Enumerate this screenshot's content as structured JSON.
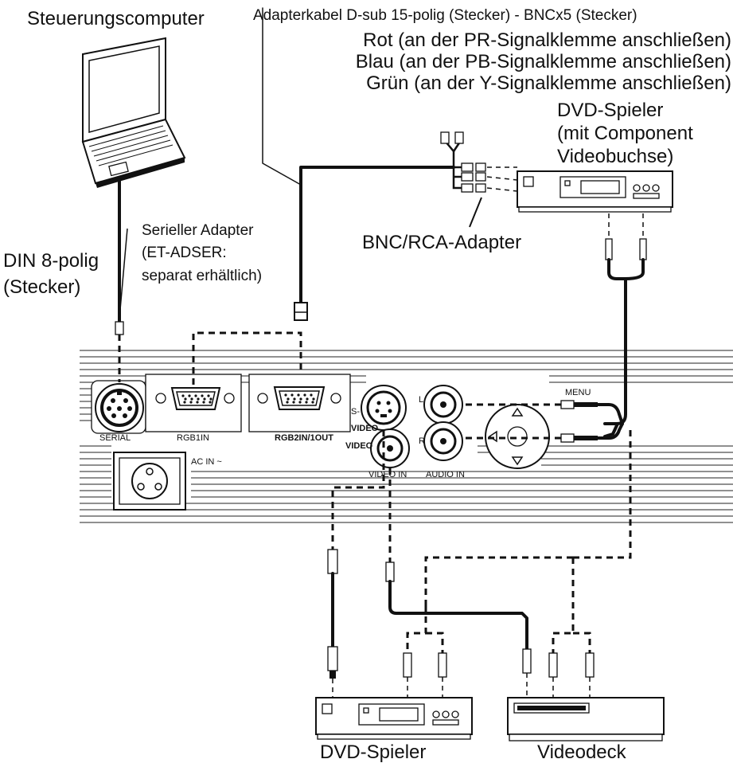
{
  "labels": {
    "control_computer": "Steuerungscomputer",
    "adapter_cable_title": "Adapterkabel D-sub 15-polig (Stecker) - BNCx5 (Stecker)",
    "adapter_red": "Rot (an der PR-Signalklemme anschließen)",
    "adapter_blue": "Blau (an der PB-Signalklemme anschließen)",
    "adapter_green": "Grün (an der Y-Signalklemme anschließen)",
    "dvd_top_line1": "DVD-Spieler",
    "dvd_top_line2": "(mit Component",
    "dvd_top_line3": "Videobuchse)",
    "serial_adapter_line1": "Serieller Adapter",
    "serial_adapter_line2": "(ET-ADSER:",
    "serial_adapter_line3": "separat erhältlich)",
    "din_line1": "DIN 8-polig",
    "din_line2": "(Stecker)",
    "bnc_rca": "BNC/RCA-Adapter",
    "dvd_bottom": "DVD-Spieler",
    "videodeck": "Videodeck"
  },
  "panel": {
    "serial": "SERIAL",
    "rgb1": "RGB1IN",
    "rgb2": "RGB2IN/1OUT",
    "svideo_s": "S-",
    "svideo_video": "VIDEO",
    "video": "VIDEO",
    "ac_in": "AC IN ~",
    "video_in": "VIDEO IN",
    "audio_in": "AUDIO IN",
    "audio_l": "L",
    "audio_r": "R",
    "menu": "MENU"
  }
}
